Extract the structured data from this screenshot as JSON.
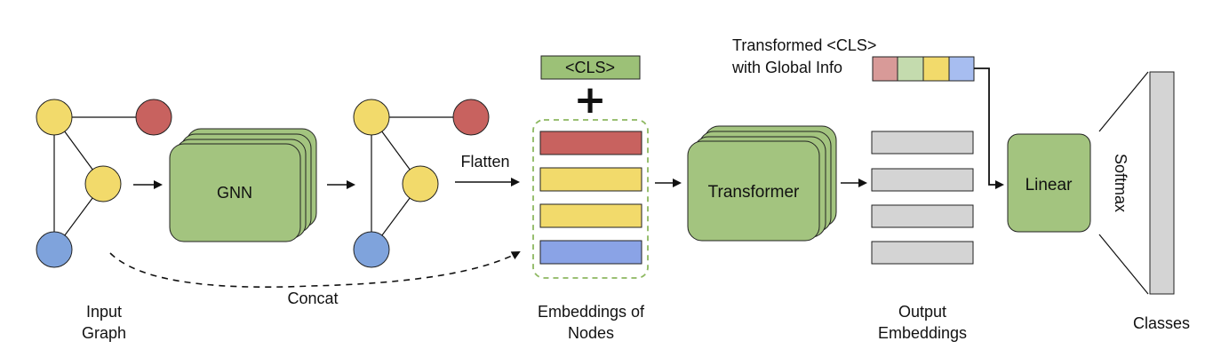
{
  "colors": {
    "node_yellow": "#f2da6b",
    "node_red": "#c8625f",
    "node_blue": "#7fa3dc",
    "block_green": "#a3c47f",
    "cls_green": "#9cc177",
    "emb_red": "#c8625f",
    "emb_yellow": "#f2da6b",
    "emb_blue": "#8aa3e6",
    "output_gray": "#d4d4d4",
    "global_red": "#d89a98",
    "global_green": "#c4dbae",
    "global_yellow": "#f2da6b",
    "global_blue": "#a7bdf0",
    "dashed_outline": "#8db860"
  },
  "labels": {
    "input_graph_line1": "Input",
    "input_graph_line2": "Graph",
    "gnn": "GNN",
    "flatten": "Flatten",
    "concat": "Concat",
    "cls_token": "<CLS>",
    "plus": "+",
    "embeddings_line1": "Embeddings of",
    "embeddings_line2": "Nodes",
    "transformer": "Transformer",
    "transformed_cls_line1": "Transformed <CLS>",
    "transformed_cls_line2": "with Global Info",
    "output_line1": "Output",
    "output_line2": "Embeddings",
    "linear": "Linear",
    "softmax": "Softmax",
    "classes": "Classes"
  }
}
